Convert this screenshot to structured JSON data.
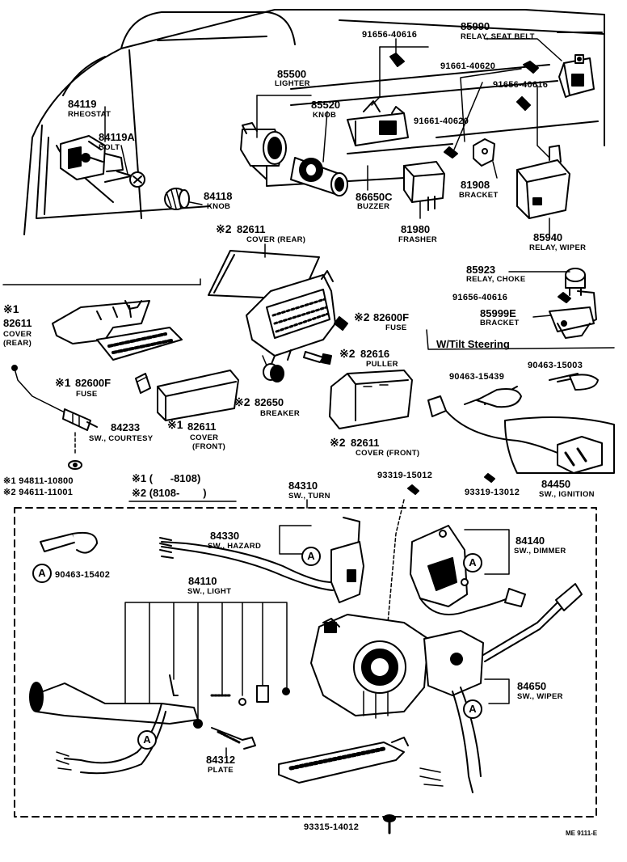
{
  "parts": {
    "p84119": {
      "num": "84119",
      "name": "RHEOSTAT"
    },
    "p84119a": {
      "num": "84119A",
      "name": "BOLT"
    },
    "p84118": {
      "num": "84118",
      "name": "KNOB"
    },
    "p85500": {
      "num": "85500",
      "name": "LIGHTER"
    },
    "p85520": {
      "num": "85520",
      "name": "KNOB"
    },
    "p91656a": {
      "num": "91656-40616"
    },
    "p85990": {
      "num": "85990",
      "name": "RELAY, SEAT BELT"
    },
    "p91661a": {
      "num": "91661-40620"
    },
    "p91656b": {
      "num": "91656-40616"
    },
    "p91661b": {
      "num": "91661-40620"
    },
    "p86650c": {
      "num": "86650C",
      "name": "BUZZER"
    },
    "p81908": {
      "num": "81908",
      "name": "BRACKET"
    },
    "p81980": {
      "num": "81980",
      "name": "FRASHER"
    },
    "p85940": {
      "num": "85940",
      "name": "RELAY, WIPER"
    },
    "p82611rear_top": {
      "mark": "※2",
      "num": "82611",
      "name": "COVER (REAR)"
    },
    "p85923": {
      "num": "85923",
      "name": "RELAY, CHOKE"
    },
    "p91656c": {
      "num": "91656-40616"
    },
    "p85999e": {
      "num": "85999E",
      "name": "BRACKET"
    },
    "p82611rear_left": {
      "mark": "※1",
      "num": "82611",
      "name1": "COVER",
      "name2": "(REAR)"
    },
    "p82600f_r": {
      "mark": "※2",
      "num": "82600F",
      "name": "FUSE"
    },
    "p82616": {
      "mark": "※2",
      "num": "82616",
      "name": "PULLER"
    },
    "p82600f_l": {
      "mark": "※1",
      "num": "82600F",
      "name": "FUSE"
    },
    "p82650": {
      "mark": "※2",
      "num": "82650",
      "name": "BREAKER"
    },
    "p84233": {
      "num": "84233",
      "name": "SW., COURTESY"
    },
    "p82611front_l": {
      "mark": "※1",
      "num": "82611",
      "name1": "COVER",
      "name2": "(FRONT)"
    },
    "p82611front_r": {
      "mark": "※2",
      "num": "82611",
      "name": "COVER (FRONT)"
    },
    "tilt": {
      "title": "W/Tilt Steering"
    },
    "p90463a": {
      "num": "90463-15439"
    },
    "p90463b": {
      "num": "90463-15003"
    },
    "washers": {
      "w1": "※1 94811-10800",
      "w2": "※2 94611-11001"
    },
    "legend": {
      "l1": "※1 (      -8108)",
      "l2": "※2 (8108-        )"
    },
    "p84310": {
      "num": "84310",
      "name": "SW., TURN"
    },
    "p93319a": {
      "num": "93319-15012"
    },
    "p93319b": {
      "num": "93319-13012"
    },
    "p84450": {
      "num": "84450",
      "name": "SW., IGNITION"
    },
    "p84330": {
      "num": "84330",
      "name": "SW., HAZARD"
    },
    "p84140": {
      "num": "84140",
      "name": "SW., DIMMER"
    },
    "p90463c": {
      "num": "90463-15402"
    },
    "p84110": {
      "num": "84110",
      "name": "SW., LIGHT"
    },
    "p84650": {
      "num": "84650",
      "name": "SW., WIPER"
    },
    "p84312": {
      "num": "84312",
      "name": "PLATE"
    },
    "p93315": {
      "num": "93315-14012"
    },
    "callout": "A",
    "code": "ME 9111-E"
  }
}
